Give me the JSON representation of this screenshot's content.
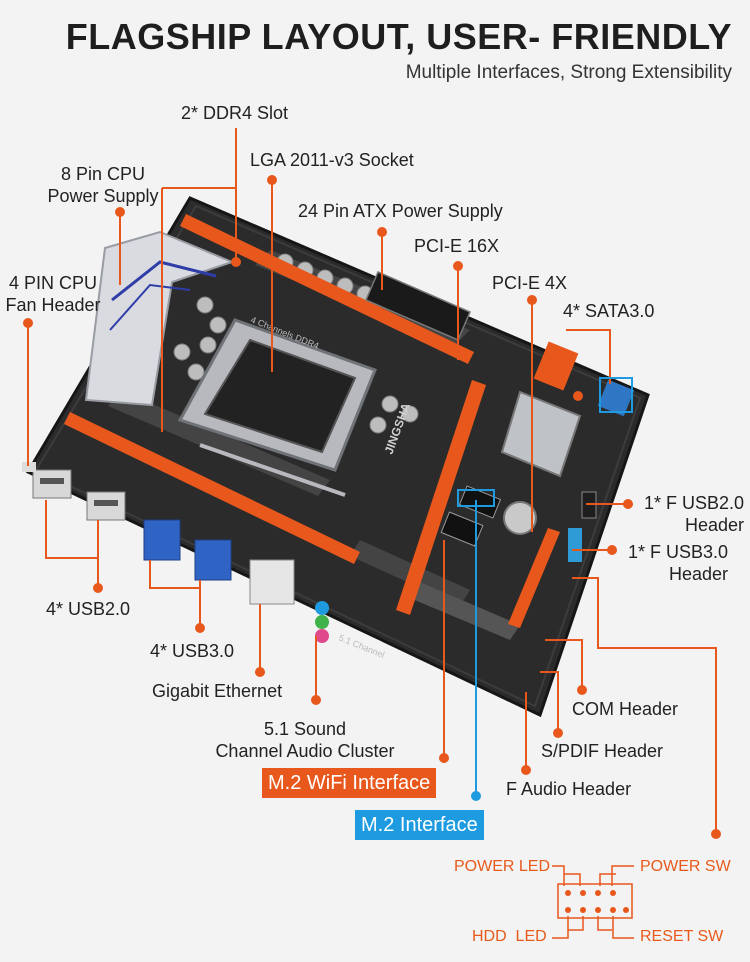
{
  "header": {
    "title": "FLAGSHIP LAYOUT, USER- FRIENDLY",
    "subtitle": "Multiple Interfaces, Strong Extensibility"
  },
  "labels": {
    "ddr4": "2* DDR4 Slot",
    "lga": "LGA 2011-v3 Socket",
    "cpu_power_1": "8 Pin CPU",
    "cpu_power_2": "Power Supply",
    "atx": "24 Pin ATX Power Supply",
    "pcie16": "PCI-E 16X",
    "pcie4": "PCI-E 4X",
    "fan_1": "4 PIN CPU",
    "fan_2": "Fan Header",
    "sata": "4* SATA3.0",
    "fusb2_1": "1* F USB2.0",
    "fusb2_2": "Header",
    "fusb3_1": "1* F USB3.0",
    "fusb3_2": "Header",
    "usb2": "4* USB2.0",
    "usb3": "4* USB3.0",
    "ethernet": "Gigabit Ethernet",
    "sound_1": "5.1 Sound",
    "sound_2": "Channel Audio Cluster",
    "com": "COM Header",
    "spdif": "S/PDIF Header",
    "faudio": "F Audio Header",
    "m2_wifi": "M.2 WiFi Interface",
    "m2": "M.2 Interface"
  },
  "pin_diagram": {
    "power_led": "POWER LED",
    "power_sw": "POWER SW",
    "hdd_led": "HDD  LED",
    "reset_sw": "RESET SW"
  },
  "board_silkscreen": {
    "brand": "JINGSHA",
    "channel": "4 Channels DDR4",
    "audio": "5.1 Channel"
  },
  "colors": {
    "accent_orange": "#e8581c",
    "accent_blue": "#1e9be0",
    "board": "#2b2b2b"
  }
}
